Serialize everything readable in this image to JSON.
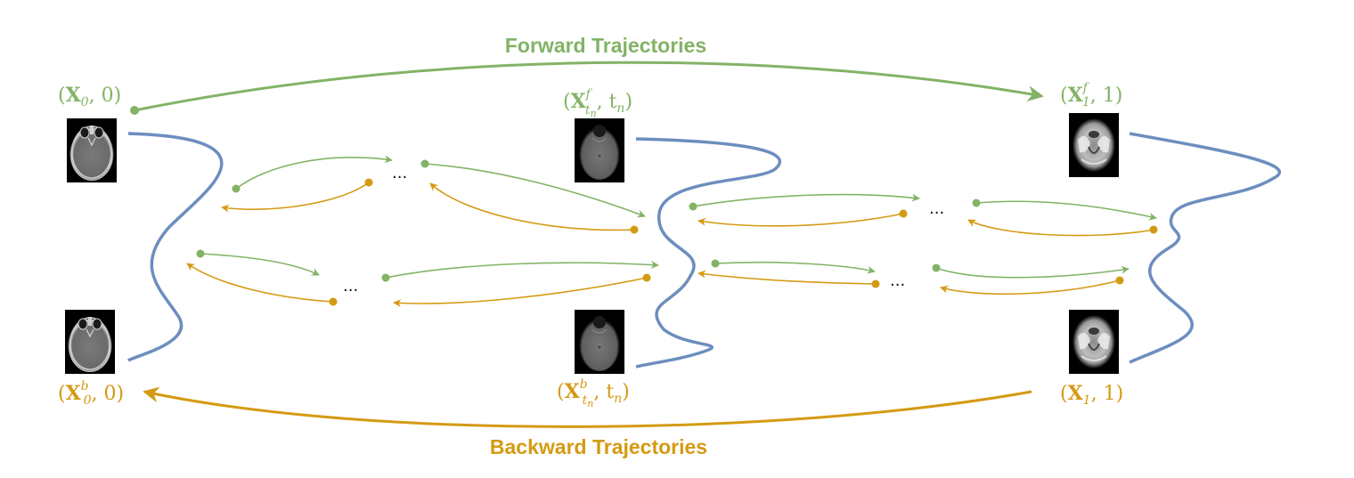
{
  "colors": {
    "forward": "#82b366",
    "backward": "#d49a12",
    "interface": "#6c8ebf",
    "scan_background": "#000000",
    "ellipsis": "#111111"
  },
  "titles": {
    "forward": "Forward Trajectories",
    "backward": "Backward Trajectories"
  },
  "labels": {
    "top_left": {
      "bold": "X",
      "sub": "0",
      "rest": ", 0)"
    },
    "top_middle": {
      "bold": "X",
      "sup": "f",
      "sub": "t",
      "subsub": "n",
      "rest": ", t",
      "rest_sub": "n"
    },
    "top_right": {
      "bold": "X",
      "sup": "f",
      "sub": "1",
      "rest": ", 1)"
    },
    "bottom_left": {
      "bold": "X",
      "sup": "b",
      "sub": "0",
      "rest": ", 0)"
    },
    "bottom_middle": {
      "bold": "X",
      "sup": "b",
      "sub": "t",
      "subsub": "n",
      "rest": ", t",
      "rest_sub": "n"
    },
    "bottom_right": {
      "bold": "X",
      "sub": "1",
      "rest": ", 1)"
    }
  },
  "ellipsis": "...",
  "images": [
    {
      "name": "ct-slice-top-left",
      "kind": "CT brain slice"
    },
    {
      "name": "mri-slice-top-middle",
      "kind": "faded MRI brain slice"
    },
    {
      "name": "mri-slice-top-right",
      "kind": "T1 MRI brain slice"
    },
    {
      "name": "ct-slice-bottom-left",
      "kind": "CT brain slice"
    },
    {
      "name": "mri-slice-bottom-middle",
      "kind": "faded MRI brain slice"
    },
    {
      "name": "mri-slice-bottom-right",
      "kind": "T1 MRI brain slice"
    }
  ]
}
